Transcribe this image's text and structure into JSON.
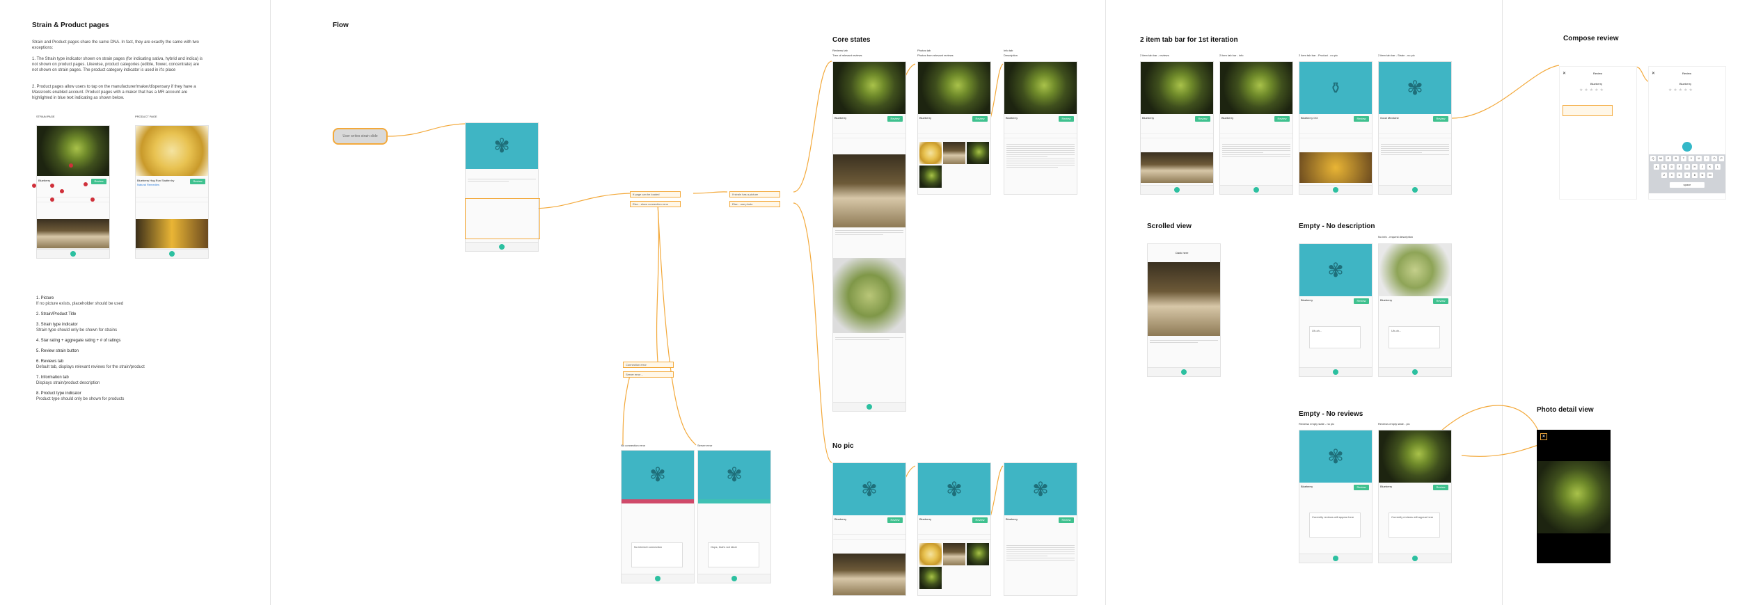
{
  "intro": {
    "title": "Strain & Product pages",
    "paragraphs": [
      "Strain and Product pages share the same DNA. In fact, they are exactly the same with two exceptions:",
      "1. The Strain type indicator shown on strain pages (for indicating sativa, hybrid and indica) is not shown on product pages. Likewise, product categories (edible, flower, concentrate) are not shown on strain pages. The product category indicator is used in it's place",
      "2. Product pages allow users to tap on the manufacturer/maker/dispensary if they have a Massroots enabled account. Product pages with a maker that has a MR account are highlighted in blue text indicating as shown below."
    ],
    "example_labels": [
      "STRAIN PAGE",
      "PRODUCT PAGE"
    ],
    "strain_example": {
      "name": "Blueberry",
      "review_label": "Review"
    },
    "product_example": {
      "name": "Blueberry Hog Run Shatter by",
      "maker": "Natural Remedies",
      "review_label": "Review"
    }
  },
  "legend": [
    {
      "title": "1. Picture",
      "desc": "If no picture exists, placeholder should be used"
    },
    {
      "title": "2.  Strain/Product Title",
      "desc": ""
    },
    {
      "title": "3. Strain type indicator",
      "desc": "Strain type should only be shown for strains"
    },
    {
      "title": "4. Star rating + aggregate rating + # of ratings",
      "desc": ""
    },
    {
      "title": "5. Review strain button",
      "desc": ""
    },
    {
      "title": "6. Reviews tab",
      "desc": "Default tab, displays relevant reviews for the strain/product"
    },
    {
      "title": "7. Information tab",
      "desc": "Displays strain/product description"
    },
    {
      "title": "8. Product type indicator",
      "desc": "Product type should only be shown for products"
    }
  ],
  "flow": {
    "title": "Flow",
    "start_pill": "User writes strain slide",
    "boxes": [
      "If page can be loaded",
      "Else…show connection error",
      "If strain has a picture",
      "Else…use photo",
      "Connection error",
      "Server error…"
    ],
    "error_labels": [
      "No connection error",
      "Server error"
    ],
    "error_messages": [
      "No internet connection",
      "Oops, that's not ideal"
    ]
  },
  "core": {
    "title": "Core states",
    "tabs": [
      "Reviews tab",
      "Photos tab",
      "Info tab"
    ],
    "subs": [
      "Tree of relevant reviews",
      "Photos from relevant reviews",
      "Description"
    ],
    "strain_name": "Blueberry",
    "review_label": "Review",
    "no_pic_title": "No pic"
  },
  "iter": {
    "title": "2 item tab bar for 1st iteration",
    "labels": [
      "2 item tab bar - reviews",
      "2 item tab bar - info",
      "2 item tab bar - Product - no pic",
      "2 item tab bar - Strain - no pic"
    ],
    "names": [
      "Blueberry",
      "Blueberry",
      "Blueberry OG",
      "Good Medicine"
    ],
    "review_label": "Review"
  },
  "scrolled": {
    "title": "Scrolled view",
    "header": "Dank here"
  },
  "empty_desc": {
    "title": "Empty - No description",
    "label2": "No info - request description",
    "card_text": "Uh-oh..."
  },
  "empty_reviews": {
    "title": "Empty - No reviews",
    "labels": [
      "Reviews empty state - no pic",
      "Reviews empty state - pic"
    ],
    "card_text": "Currently reviews will appear here"
  },
  "compose": {
    "title": "Compose review",
    "header": "Review",
    "name": "Blueberry",
    "keys": [
      "Q",
      "W",
      "E",
      "R",
      "T",
      "Y",
      "U",
      "I",
      "O",
      "P",
      "A",
      "S",
      "D",
      "F",
      "G",
      "H",
      "J",
      "K",
      "L",
      "Z",
      "X",
      "C",
      "V",
      "B",
      "N",
      "M"
    ],
    "space": "space"
  },
  "photo_detail": {
    "title": "Photo detail view"
  }
}
